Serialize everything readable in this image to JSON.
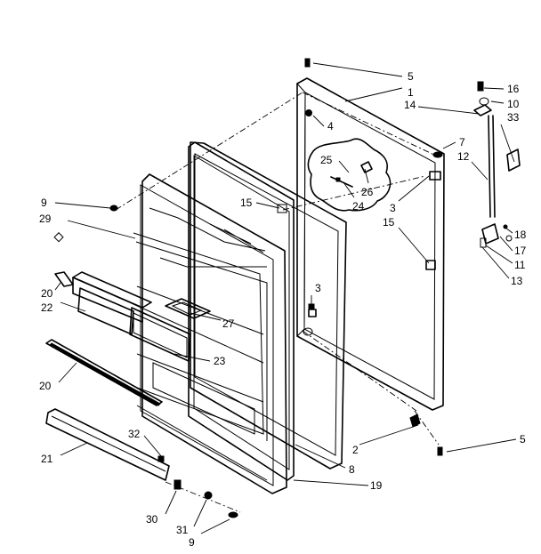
{
  "callouts": [
    {
      "id": "c5a",
      "text": "5"
    },
    {
      "id": "c1",
      "text": "1"
    },
    {
      "id": "c16",
      "text": "16"
    },
    {
      "id": "c10",
      "text": "10"
    },
    {
      "id": "c14",
      "text": "14"
    },
    {
      "id": "c33",
      "text": "33"
    },
    {
      "id": "c4",
      "text": "4"
    },
    {
      "id": "c7",
      "text": "7"
    },
    {
      "id": "c12",
      "text": "12"
    },
    {
      "id": "c25",
      "text": "25"
    },
    {
      "id": "c26",
      "text": "26"
    },
    {
      "id": "c24",
      "text": "24"
    },
    {
      "id": "c3a",
      "text": "3"
    },
    {
      "id": "c15a",
      "text": "15"
    },
    {
      "id": "c15b",
      "text": "15"
    },
    {
      "id": "c9a",
      "text": "9"
    },
    {
      "id": "c29",
      "text": "29"
    },
    {
      "id": "c18",
      "text": "18"
    },
    {
      "id": "c17",
      "text": "17"
    },
    {
      "id": "c11",
      "text": "11"
    },
    {
      "id": "c13",
      "text": "13"
    },
    {
      "id": "c3b",
      "text": "3"
    },
    {
      "id": "c20a",
      "text": "20"
    },
    {
      "id": "c22",
      "text": "22"
    },
    {
      "id": "c27",
      "text": "27"
    },
    {
      "id": "c23",
      "text": "23"
    },
    {
      "id": "c20b",
      "text": "20"
    },
    {
      "id": "c5b",
      "text": "5"
    },
    {
      "id": "c2",
      "text": "2"
    },
    {
      "id": "c32",
      "text": "32"
    },
    {
      "id": "c21",
      "text": "21"
    },
    {
      "id": "c8",
      "text": "8"
    },
    {
      "id": "c19",
      "text": "19"
    },
    {
      "id": "c30",
      "text": "30"
    },
    {
      "id": "c31",
      "text": "31"
    },
    {
      "id": "c9b",
      "text": "9"
    }
  ]
}
